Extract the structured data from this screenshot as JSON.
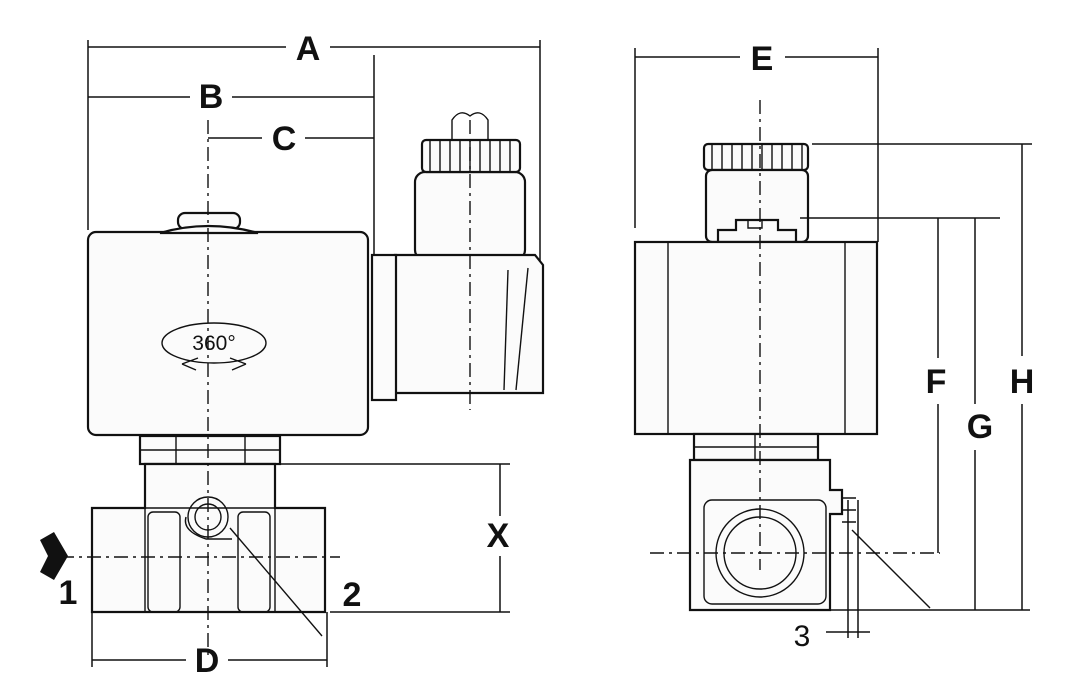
{
  "labels": {
    "A": "A",
    "B": "B",
    "C": "C",
    "D": "D",
    "E": "E",
    "F": "F",
    "G": "G",
    "H": "H",
    "X": "X",
    "port_in": "1",
    "port_out": "2",
    "three": "3"
  },
  "rotation_text": "360°"
}
